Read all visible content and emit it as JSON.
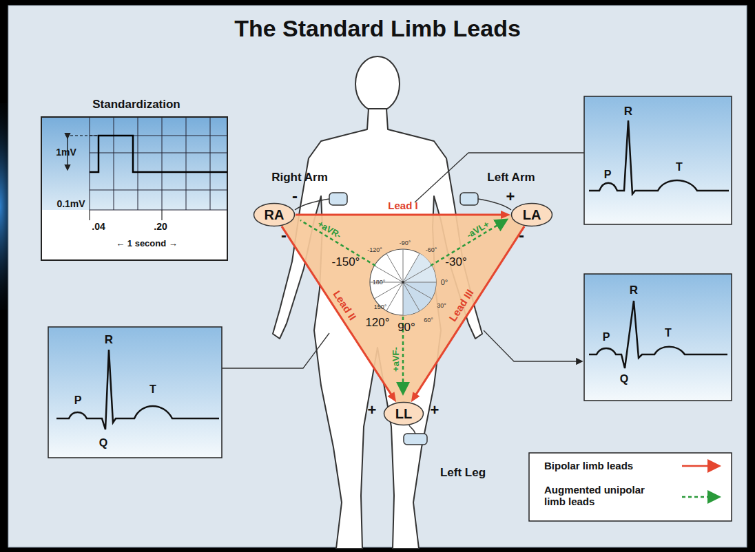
{
  "diagram": {
    "title": "The Standard Limb Leads",
    "nodes": [
      {
        "text": [
          "Standardization",
          "1mV",
          "0.1mV",
          ".04",
          ".20",
          "← 1 second →"
        ]
      },
      {
        "text": [
          "R",
          "P",
          "T"
        ]
      },
      {
        "text": [
          "RA"
        ]
      },
      {
        "text": [
          "LA"
        ]
      },
      {
        "text": [
          "R",
          "P",
          "T",
          "Q"
        ]
      },
      {
        "text": [
          "R",
          "P",
          "T",
          "Q"
        ]
      },
      {
        "text": [
          "LL"
        ]
      }
    ],
    "edges": [
      {
        "from": 2,
        "to": 3,
        "arrow": "to",
        "label": "Lead I"
      },
      {
        "from": 2,
        "to": 6,
        "arrow": "to",
        "label": "Lead II"
      },
      {
        "from": 3,
        "to": 6,
        "arrow": "to",
        "label": "Lead III"
      }
    ],
    "labels": [
      "Right Arm",
      "Left Arm",
      "Left Leg",
      "-",
      "-",
      "+",
      "-",
      "+",
      "+",
      "+aVR-",
      "-aVL+",
      "+aVF-",
      "-120°",
      "-90°",
      "-60°",
      "-150°",
      "-30°",
      "180°",
      "0°",
      "150°",
      "30°",
      "120°",
      "90°",
      "60°"
    ],
    "legend": [
      {
        "text": "Bipolar limb leads"
      },
      {
        "text": "Augmented unipolar limb leads"
      }
    ]
  }
}
